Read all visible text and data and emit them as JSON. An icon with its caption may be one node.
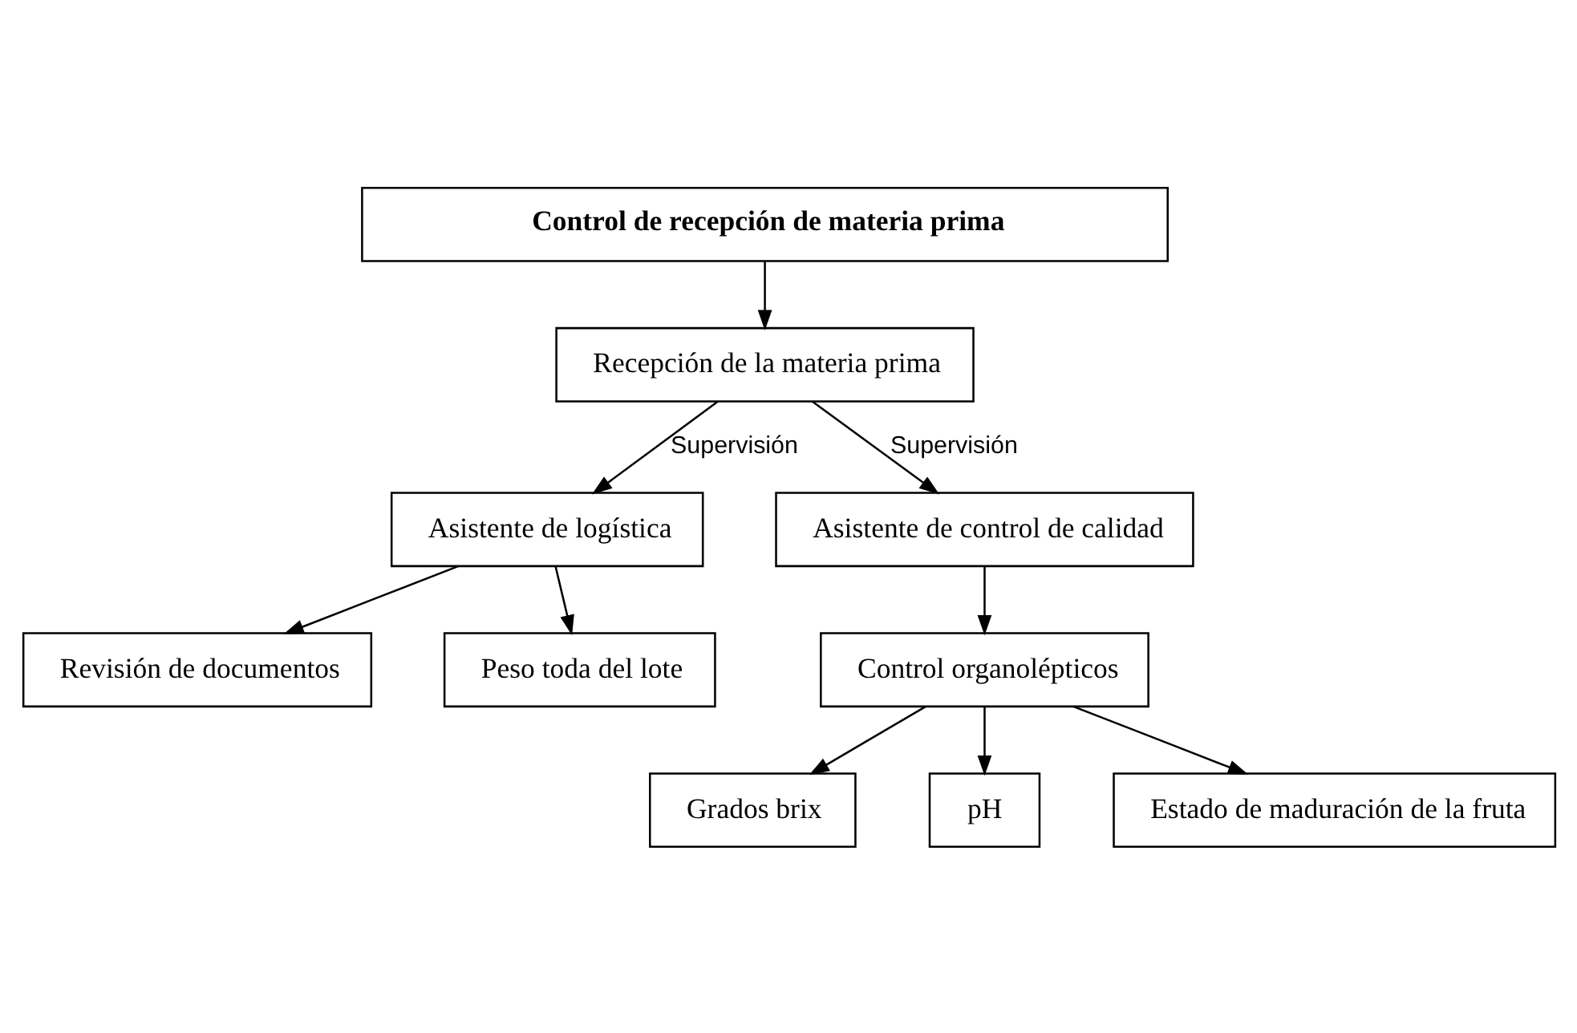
{
  "diagram": {
    "nodes": [
      {
        "text": [
          "Control de recepción de materia prima"
        ]
      },
      {
        "text": [
          "Recepción de la materia prima"
        ]
      },
      {
        "text": [
          "Asistente de logística"
        ]
      },
      {
        "text": [
          "Revisión de documentos"
        ]
      },
      {
        "text": [
          "Peso toda del lote"
        ]
      },
      {
        "text": [
          "Asistente de control de calidad"
        ]
      },
      {
        "text": [
          "Control organolépticos"
        ]
      },
      {
        "text": [
          "Grados brix"
        ]
      },
      {
        "text": [
          "pH"
        ]
      },
      {
        "text": [
          "Estado de maduración de la fruta"
        ]
      }
    ],
    "edges": [
      {
        "from": 0,
        "to": 1,
        "arrow": "to"
      },
      {
        "from": 1,
        "to": 2,
        "arrow": "to",
        "label": "Supervisión"
      },
      {
        "from": 1,
        "to": 5,
        "arrow": "to",
        "label": "Supervisión"
      },
      {
        "from": 2,
        "to": 3,
        "arrow": "to"
      },
      {
        "from": 2,
        "to": 4,
        "arrow": "to"
      },
      {
        "from": 5,
        "to": 6,
        "arrow": "to"
      },
      {
        "from": 6,
        "to": 7,
        "arrow": "to"
      },
      {
        "from": 6,
        "to": 8,
        "arrow": "to"
      },
      {
        "from": 6,
        "to": 9,
        "arrow": "to"
      }
    ]
  }
}
